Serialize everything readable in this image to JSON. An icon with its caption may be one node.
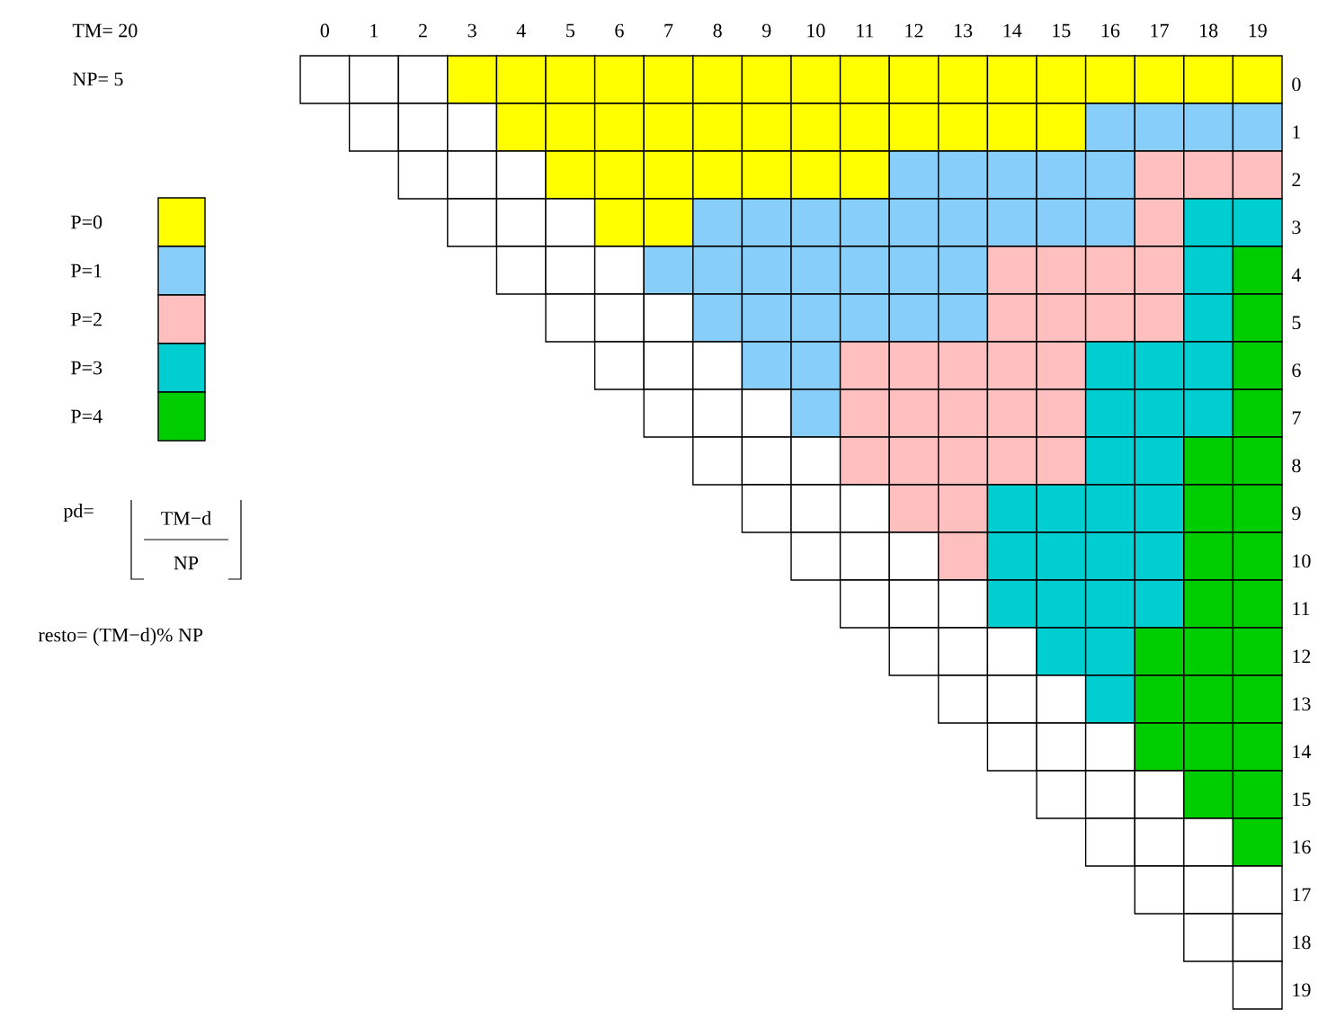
{
  "diagram": {
    "labels": [
      "TM= 20",
      "NP= 5",
      "0",
      "1",
      "2",
      "3",
      "4",
      "5",
      "6",
      "7",
      "8",
      "9",
      "10",
      "11",
      "12",
      "13",
      "14",
      "15",
      "16",
      "17",
      "18",
      "19",
      "0",
      "1",
      "2",
      "3",
      "4",
      "5",
      "6",
      "7",
      "8",
      "9",
      "10",
      "11",
      "12",
      "13",
      "14",
      "15",
      "16",
      "17",
      "18",
      "19",
      "pd=",
      "TM−d",
      "NP",
      "resto= (TM−d)% NP"
    ],
    "legend": [
      {
        "text": "P=0",
        "color": "#ffff00"
      },
      {
        "text": "P=1",
        "color": "#87cefa"
      },
      {
        "text": "P=2",
        "color": "#ffbfbf"
      },
      {
        "text": "P=3",
        "color": "#00ced1"
      },
      {
        "text": "P=4",
        "color": "#00cd00"
      }
    ]
  }
}
